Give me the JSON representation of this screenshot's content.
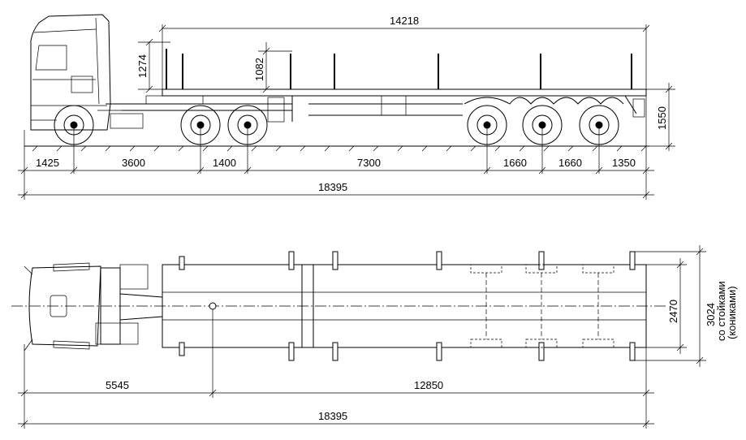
{
  "side_view": {
    "dims": {
      "overall_deck": "14218",
      "stake_height_front": "1274",
      "stake_height_mid": "1082",
      "deck_height": "1550",
      "cab_overhang": "1425",
      "wheelbase_tractor": "3600",
      "tandem_spacing": "1400",
      "kingpin_to_axle": "7300",
      "axle_spacing_1": "1660",
      "axle_spacing_2": "1660",
      "rear_overhang": "1350",
      "overall_length": "18395"
    }
  },
  "top_view": {
    "dims": {
      "tractor_to_kingpin": "5545",
      "kingpin_to_rear": "12850",
      "overall_length": "18395",
      "deck_width": "2470",
      "width_with_stakes": "3024"
    },
    "width_note_line1": "со стойками",
    "width_note_line2": "(кониками)"
  },
  "colors": {
    "line": "#000000",
    "background": "#ffffff"
  }
}
